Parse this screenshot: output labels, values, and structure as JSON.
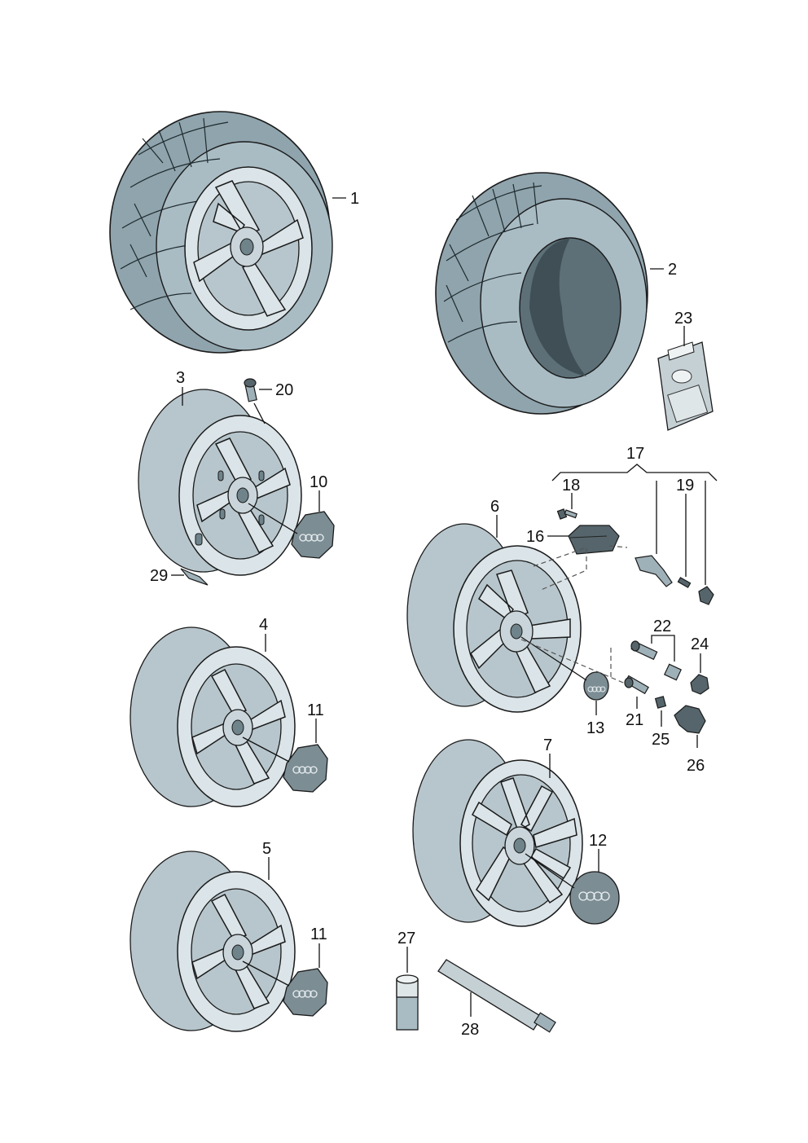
{
  "diagram": {
    "callouts": {
      "c1": "1",
      "c2": "2",
      "c3": "3",
      "c4": "4",
      "c5": "5",
      "c6": "6",
      "c7": "7",
      "c10": "10",
      "c11a": "11",
      "c11b": "11",
      "c12": "12",
      "c13": "13",
      "c16": "16",
      "c17": "17",
      "c18": "18",
      "c19": "19",
      "c20": "20",
      "c21": "21",
      "c22": "22",
      "c23": "23",
      "c24": "24",
      "c25": "25",
      "c26": "26",
      "c27": "27",
      "c28": "28",
      "c29": "29"
    }
  }
}
